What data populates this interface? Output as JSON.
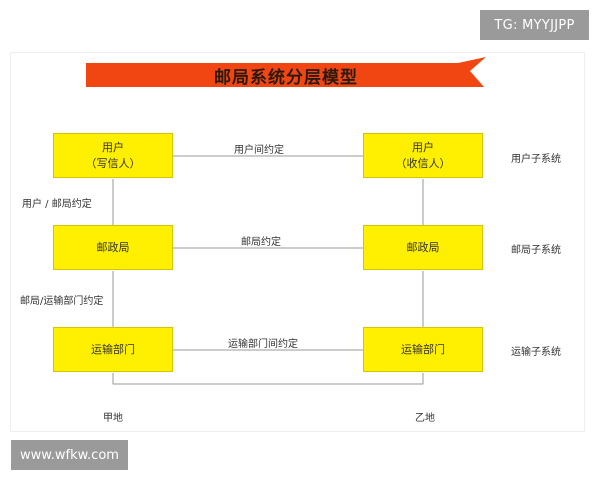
{
  "badges": {
    "top_right": "TG: MYYJJPP",
    "bottom_left": "www.wfkw.com"
  },
  "diagram": {
    "title": "邮局系统分层模型",
    "colors": {
      "banner": "#f24612",
      "box_fill": "#ffef00",
      "line": "#999999"
    },
    "boxes": {
      "user_left_line1": "用户",
      "user_left_line2": "（写信人）",
      "user_right_line1": "用户",
      "user_right_line2": "（收信人）",
      "post_left": "邮政局",
      "post_right": "邮政局",
      "transport_left": "运输部门",
      "transport_right": "运输部门"
    },
    "protocols": {
      "user": "用户间约定",
      "post": "邮局约定",
      "transport": "运输部门间约定"
    },
    "interfaces": {
      "user_post": "用户 / 邮局约定",
      "post_transport": "邮局/运输部门约定"
    },
    "subsystems": {
      "user": "用户子系统",
      "post": "邮局子系统",
      "transport": "运输子系统"
    },
    "locations": {
      "left": "甲地",
      "right": "乙地"
    }
  }
}
